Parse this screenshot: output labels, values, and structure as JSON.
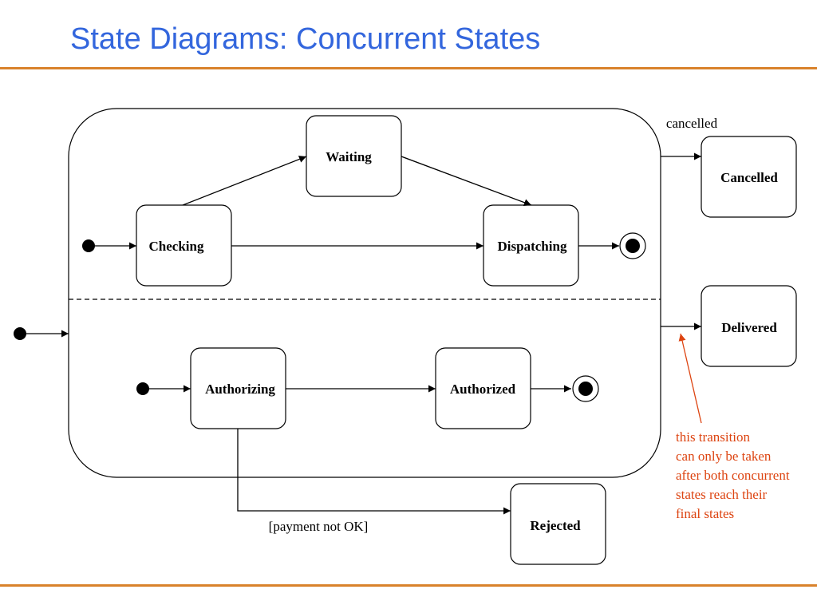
{
  "title": "State Diagrams: Concurrent States",
  "colors": {
    "title": "#3366dd",
    "rule": "#d9822b",
    "note": "#dd4411"
  },
  "states": {
    "waiting": "Waiting",
    "checking": "Checking",
    "dispatching": "Dispatching",
    "authorizing": "Authorizing",
    "authorized": "Authorized",
    "cancelled": "Cancelled",
    "delivered": "Delivered",
    "rejected": "Rejected"
  },
  "transitions": {
    "cancelled": "cancelled",
    "payment_not_ok": "[payment not OK]"
  },
  "note": {
    "line1": "this transition",
    "line2": "can only be taken",
    "line3": "after both concurrent",
    "line4": "states reach their",
    "line5": "final states"
  }
}
